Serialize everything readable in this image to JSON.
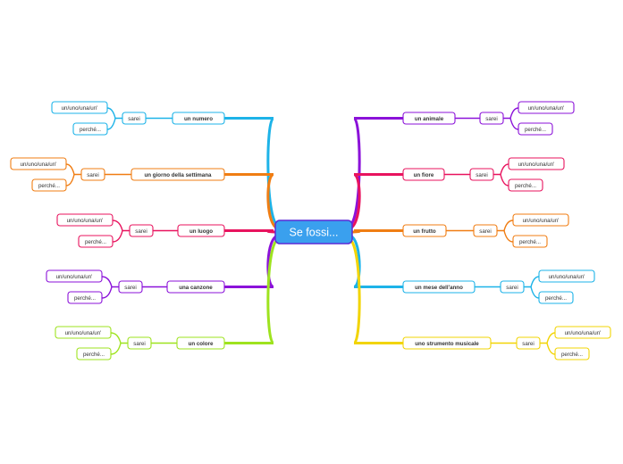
{
  "central": {
    "label": "Se fossi..."
  },
  "colors": {
    "blue": "#1db3e8",
    "orange": "#f07d13",
    "magenta": "#e8135e",
    "purple": "#8b12d9",
    "lime": "#9ee31f",
    "yellow": "#f2d404",
    "central_fill": "#3aa0ee",
    "central_border": "#5a2bd6"
  },
  "branches": [
    {
      "id": "numero",
      "side": "left",
      "color": "blue",
      "label": "un numero",
      "sub": "sarei",
      "leaf1": "un/uno/una/un'",
      "leaf2": "perché..."
    },
    {
      "id": "giorno",
      "side": "left",
      "color": "orange",
      "label": "un giorno della settimana",
      "sub": "sarei",
      "leaf1": "un/uno/una/un'",
      "leaf2": "perché..."
    },
    {
      "id": "luogo",
      "side": "left",
      "color": "magenta",
      "label": "un luogo",
      "sub": "sarei",
      "leaf1": "un/uno/una/un'",
      "leaf2": "perché..."
    },
    {
      "id": "canzone",
      "side": "left",
      "color": "purple",
      "label": "una canzone",
      "sub": "sarei",
      "leaf1": "un/uno/una/un'",
      "leaf2": "perché..."
    },
    {
      "id": "colore",
      "side": "left",
      "color": "lime",
      "label": "un colore",
      "sub": "sarei",
      "leaf1": "un/uno/una/un'",
      "leaf2": "perché..."
    },
    {
      "id": "animale",
      "side": "right",
      "color": "purple",
      "label": "un animale",
      "sub": "sarei",
      "leaf1": "un/uno/una/un'",
      "leaf2": "perché..."
    },
    {
      "id": "fiore",
      "side": "right",
      "color": "magenta",
      "label": "un fiore",
      "sub": "sarei",
      "leaf1": "un/uno/una/un'",
      "leaf2": "perché..."
    },
    {
      "id": "frutto",
      "side": "right",
      "color": "orange",
      "label": "un frutto",
      "sub": "sarei",
      "leaf1": "un/uno/una/un'",
      "leaf2": "perché..."
    },
    {
      "id": "mese",
      "side": "right",
      "color": "blue",
      "label": "un mese dell'anno",
      "sub": "sarei",
      "leaf1": "un/uno/una/un'",
      "leaf2": "perché..."
    },
    {
      "id": "strumento",
      "side": "right",
      "color": "yellow",
      "label": "uno strumento musicale",
      "sub": "sarei",
      "leaf1": "un/uno/una/un'",
      "leaf2": "perché..."
    }
  ]
}
